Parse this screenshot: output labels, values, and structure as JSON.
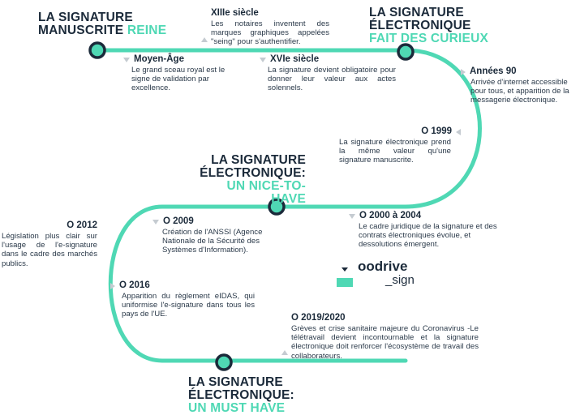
{
  "colors": {
    "track": "#4fd8b4",
    "dark": "#1b2a3a",
    "accent": "#4fd8b4",
    "arrow": "#c5cbd1"
  },
  "headings": {
    "h1": {
      "line1": "LA SIGNATURE",
      "line2_dark": "MANUSCRITE",
      "line2_accent": "REINE"
    },
    "h2": {
      "line1": "LA SIGNATURE",
      "line2": "ÉLECTRONIQUE",
      "line3": "FAIT DES CURIEUX"
    },
    "h3": {
      "line1": "LA SIGNATURE",
      "line2": "ÉLECTRONIQUE:",
      "line3": "UN NICE-TO-HAVE"
    },
    "h4": {
      "line1": "LA SIGNATURE",
      "line2": "ÉLECTRONIQUE:",
      "line3": "UN MUST HAVE"
    }
  },
  "events": {
    "xiii": {
      "year": "XIIIe siècle",
      "text": "Les notaires inventent des marques graphiques appelées \"seing\" pour s'authentifier."
    },
    "moyen": {
      "year": "Moyen-Âge",
      "text": "Le grand sceau royal est le signe de validation par excellence."
    },
    "xvi": {
      "year": "XVIe siècle",
      "text": "La signature devient obligatoire pour donner leur valeur aux actes solennels."
    },
    "a90": {
      "year": "Années 90",
      "text": "Arrivée d'internet accessible pour tous, et apparition de la messagerie électronique."
    },
    "e1999": {
      "year": "O 1999",
      "text": "La signature électronique prend la même valeur qu'une signature manuscrite."
    },
    "e2000": {
      "year": "O 2000 à 2004",
      "text": "Le cadre juridique de la signature et des contrats électroniques évolue, et dessolutions émergent."
    },
    "e2009": {
      "year": "O 2009",
      "text": "Création de l'ANSSI (Agence Nationale de la Sécurité des Systèmes d'Information)."
    },
    "e2012": {
      "year": "O 2012",
      "text": "Législation plus clair sur l'usage de l'e-signature dans le cadre des marchés publics."
    },
    "e2016": {
      "year": "O 2016",
      "text": "Apparition du règlement eIDAS, qui uniformise l'e-signature dans tous les pays de l'UE."
    },
    "e2019": {
      "year": "O 2019/2020",
      "text": "Grèves et crise sanitaire majeure du Coronavirus -Le télétravail devient incontournable et la signature électronique doit renforcer l'écosystème de travail des collaborateurs."
    }
  },
  "logo": {
    "main": "oodrive",
    "sub": "_sign"
  }
}
